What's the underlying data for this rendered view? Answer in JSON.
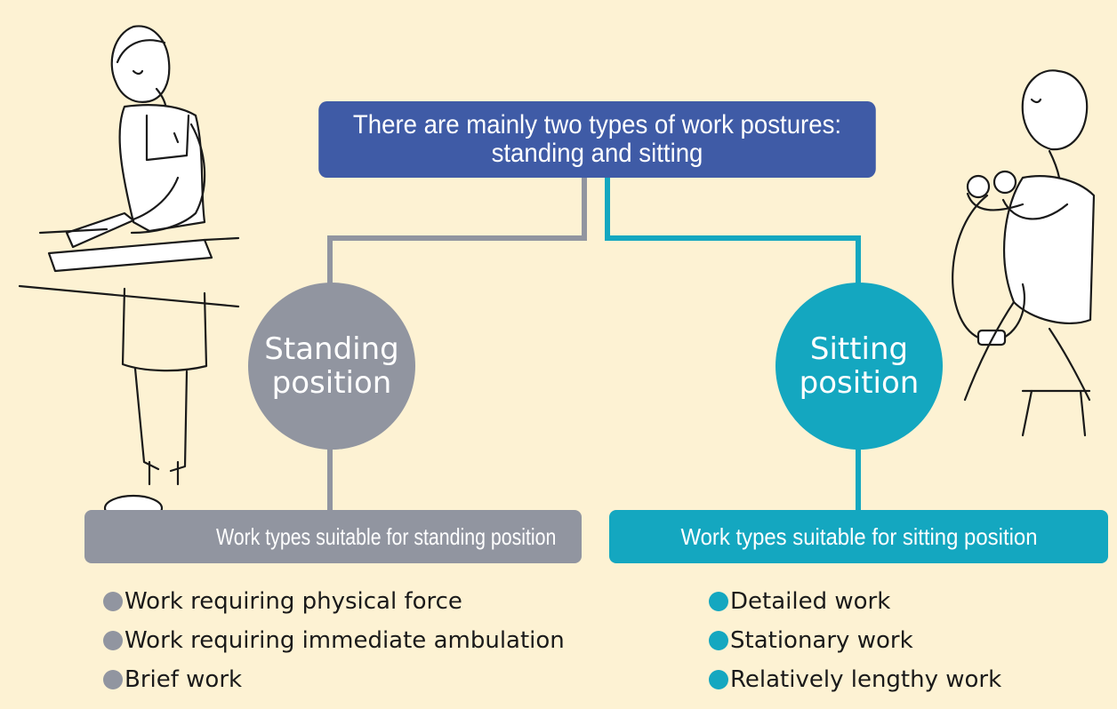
{
  "title": {
    "line1": "There are mainly two types of work postures:",
    "line2": "standing and sitting"
  },
  "standing": {
    "circle_line1": "Standing",
    "circle_line2": "position",
    "header": "Work types suitable for standing position",
    "items": [
      "Work requiring physical force",
      "Work requiring immediate ambulation",
      "Brief work"
    ]
  },
  "sitting": {
    "circle_line1": "Sitting",
    "circle_line2": "position",
    "header": "Work types suitable for sitting position",
    "items": [
      "Detailed work",
      "Stationary work",
      "Relatively lengthy work"
    ]
  },
  "colors": {
    "background": "#fdf2d3",
    "title_box": "#3f5ba6",
    "standing": "#9195a0",
    "sitting": "#14a7c0"
  },
  "figures": {
    "left": "woman-standing-cutting-illustration",
    "right": "woman-sitting-sewing-illustration"
  }
}
